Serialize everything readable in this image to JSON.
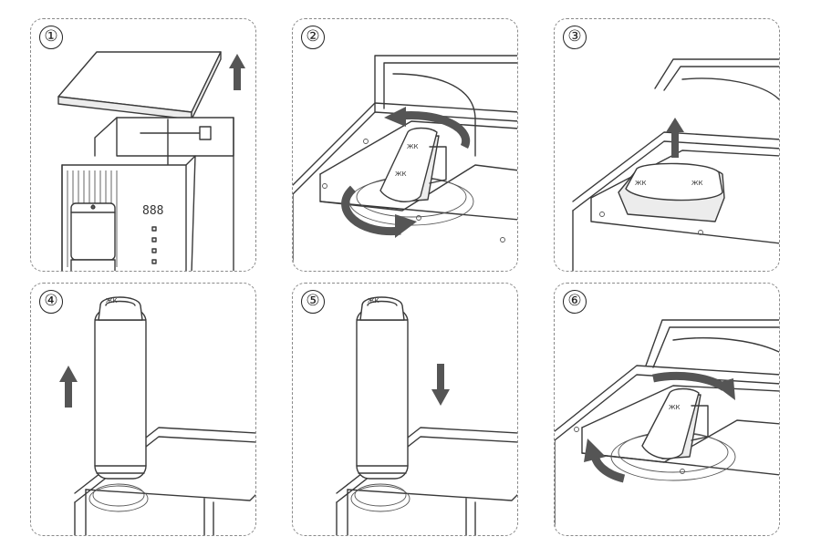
{
  "steps": [
    {
      "number": "①",
      "icon": "lid-removal",
      "action": "up-arrow"
    },
    {
      "number": "②",
      "icon": "filter-rotate",
      "action": "rotate-counterclockwise"
    },
    {
      "number": "③",
      "icon": "filter-lift",
      "action": "up-arrow"
    },
    {
      "number": "④",
      "icon": "filter-remove",
      "action": "up-arrow"
    },
    {
      "number": "⑤",
      "icon": "filter-insert",
      "action": "down-arrow"
    },
    {
      "number": "⑥",
      "icon": "filter-rotate",
      "action": "rotate-clockwise"
    }
  ],
  "device": {
    "display_text": "888",
    "filter_label": "ЖК"
  },
  "colors": {
    "border": "#8a8a8a",
    "line": "#3a3a3a",
    "arrow": "#555555"
  }
}
